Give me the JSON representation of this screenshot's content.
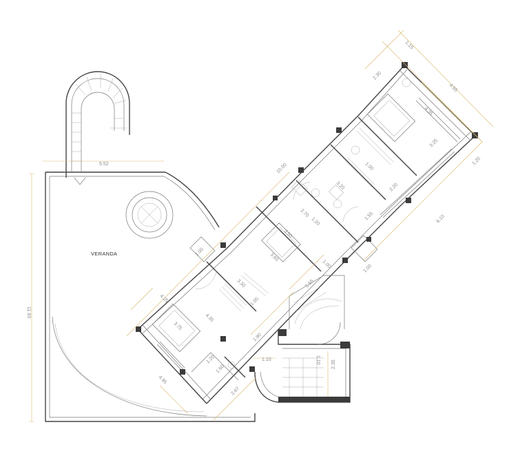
{
  "plan": {
    "room_label": "VERANDA",
    "colors": {
      "dimension_line": "#d9b76a",
      "wall": "#444444",
      "column": "#3b3b3b"
    },
    "dimensions": {
      "top_right_a": "1.15",
      "top_right_b": "2.30",
      "right_outer": "4.55",
      "right_inner": "4.35",
      "right_mid": "3.25",
      "right_small": "1.20",
      "right_lower": "6.10",
      "right_bottom": "1.00",
      "mid_2_20": "2.20",
      "mid_1_00": "1.00",
      "mid_3_20": "3.20",
      "mid_1_55": "1.55",
      "diag_10_00": "10.00",
      "veranda_top": "5.52",
      "veranda_left": "11.93",
      "veranda_door": "1.00",
      "bath_2_70": "2.70",
      "bath_1_20": "1.20",
      "room_3_50": "3.50",
      "room_3_60": "3.60",
      "room_3_30": "3.30",
      "hall_1_00": "1.00",
      "hall_5_55": "5.55",
      "bed_4_25": "4.25",
      "bed_4_35": "4.35",
      "bed_3_75": "3.75",
      "bed_1_00": "1.00",
      "bed_4_95": "4.95",
      "closet_1_20": "1.20",
      "closet_1_50": "1.50",
      "closet_2_67": "2.67",
      "hall_1_90": "1.90",
      "stair_1_10a": "1.10",
      "stair_1_10b": "1.10",
      "stair_2_35": "2.35"
    }
  }
}
